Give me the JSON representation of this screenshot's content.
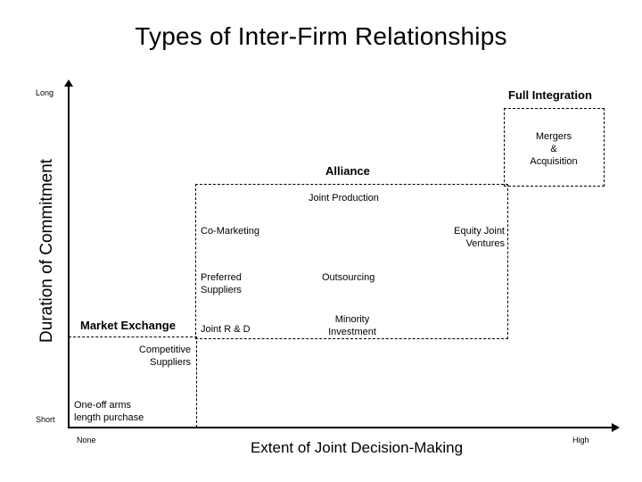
{
  "title": "Types of Inter-Firm Relationships",
  "axes": {
    "y": {
      "title": "Duration of Commitment",
      "high_label": "Long",
      "low_label": "Short"
    },
    "x": {
      "title": "Extent of Joint Decision-Making",
      "low_label": "None",
      "high_label": "High"
    }
  },
  "regions": [
    {
      "key": "full_integration",
      "label": "Full  Integration"
    },
    {
      "key": "alliance",
      "label": "Alliance"
    },
    {
      "key": "market_exchange",
      "label": "Market  Exchange"
    }
  ],
  "items": {
    "mergers_acquisition": "Mergers\n&\nAcquisition",
    "joint_production": "Joint Production",
    "co_marketing": "Co-Marketing",
    "equity_joint_ventures": "Equity Joint\nVentures",
    "preferred_suppliers": "Preferred\nSuppliers",
    "outsourcing": "Outsourcing",
    "joint_rd": "Joint R & D",
    "minority_investment": "Minority\nInvestment",
    "competitive_suppliers": "Competitive\nSuppliers",
    "one_off_arms_length": "One-off arms\nlength purchase"
  },
  "colors": {
    "background": "#ffffff",
    "ink": "#000000"
  }
}
